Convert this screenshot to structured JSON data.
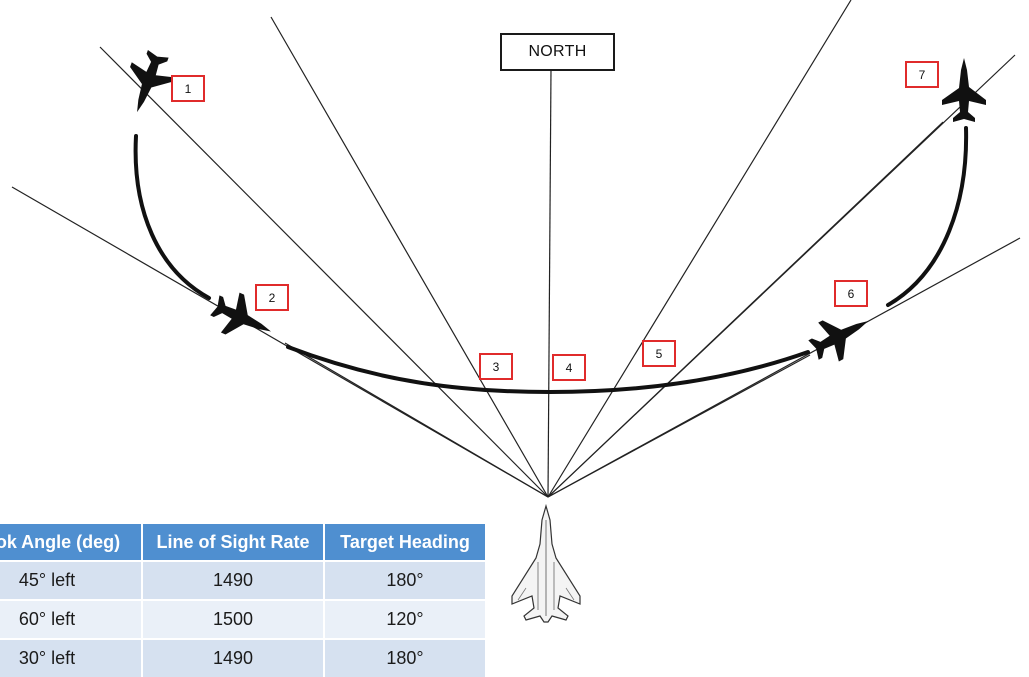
{
  "north_label": "NORTH",
  "markers": [
    "1",
    "2",
    "3",
    "4",
    "5",
    "6",
    "7"
  ],
  "table": {
    "headers": [
      "Look Angle (deg)",
      "Line of Sight Rate",
      "Target Heading"
    ],
    "rows": [
      [
        "45° left",
        "1490",
        "180°"
      ],
      [
        "60° left",
        "1500",
        "120°"
      ],
      [
        "30° left",
        "1490",
        "180°"
      ]
    ]
  },
  "colors": {
    "marker_border": "#e02b2b",
    "table_header": "#4f8fd0",
    "table_row": "#d6e1f0",
    "line": "#1a1a1a"
  }
}
